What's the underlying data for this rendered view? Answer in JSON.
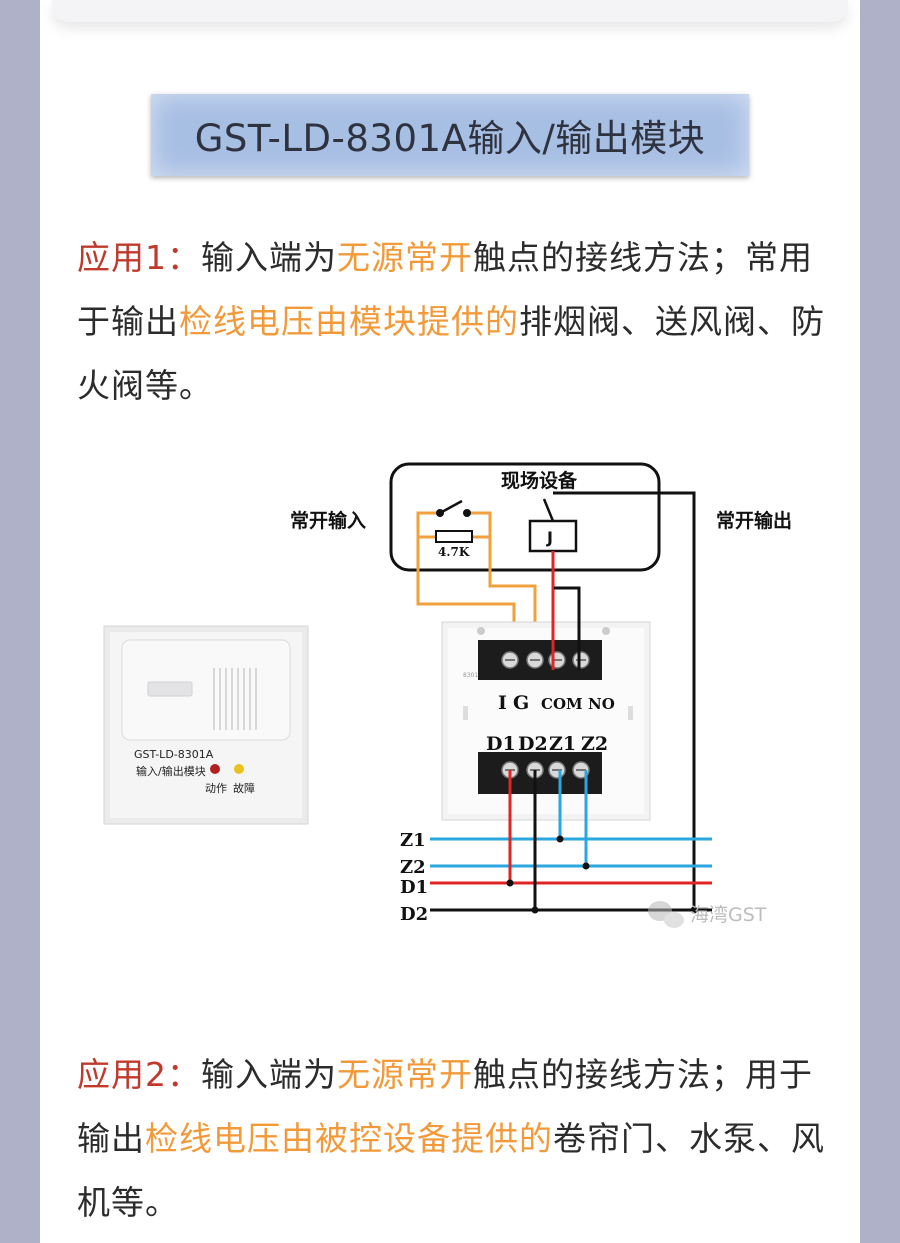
{
  "title": "GST-LD-8301A输入/输出模块",
  "app1": {
    "label": "应用1：",
    "t1": "输入端为",
    "h1": "无源常开",
    "t2": "触点的接线方法；常用于输出",
    "h2": "检线电压由模块提供的",
    "t3": "排烟阀、送风阀、防火阀等。"
  },
  "app2": {
    "label": "应用2：",
    "t1": "输入端为",
    "h1": "无源常开",
    "t2": "触点的接线方法；用于输出",
    "h2": "检线电压由被控设备提供的",
    "t3": "卷帘门、水泵、风机等。"
  },
  "diagram": {
    "field_device": "现场设备",
    "no_input": "常开输入",
    "no_output": "常开输出",
    "resistor": "4.7K",
    "relay": "J",
    "terminals_top": [
      "I",
      "G",
      "COM",
      "NO"
    ],
    "terminals_bottom": [
      "D1",
      "D2",
      "Z1",
      "Z2"
    ],
    "bus_lines": [
      "Z1",
      "Z2",
      "D1",
      "D2"
    ],
    "module_model": "GST-LD-8301A",
    "module_name": "输入/输出模块",
    "led_action": "动作",
    "led_fault": "故障",
    "board_mark": "8301A",
    "watermark": "海湾GST"
  },
  "colors": {
    "label": "#c0392b",
    "highlight": "#f29a3a",
    "title_bg": "#a8bfe4",
    "wire_orange": "#f0a03c",
    "wire_red": "#e12424",
    "wire_blue": "#2aa6e0",
    "wire_black": "#111111"
  }
}
